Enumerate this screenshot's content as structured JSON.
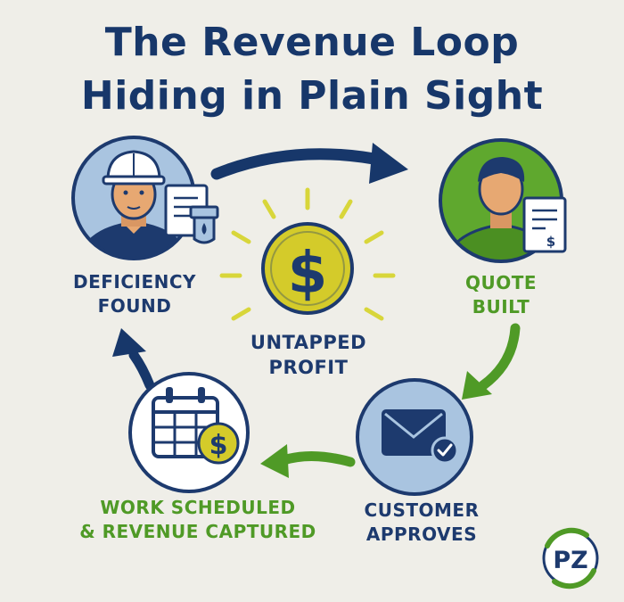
{
  "title": {
    "line1": "The Revenue Loop",
    "line2": "Hiding in Plain Sight"
  },
  "center": {
    "line1": "UNTAPPED",
    "line2": "PROFIT",
    "coin_symbol": "$"
  },
  "steps": [
    {
      "line1": "DEFICIENCY",
      "line2": "FOUND",
      "icon": "technician-with-report-icon",
      "color": "#1d3a6e"
    },
    {
      "line1": "QUOTE",
      "line2": "BUILT",
      "icon": "person-with-invoice-icon",
      "color": "#4f9a26"
    },
    {
      "line1": "CUSTOMER",
      "line2": "APPROVES",
      "icon": "envelope-check-icon",
      "color": "#1d3a6e"
    },
    {
      "line1": "WORK SCHEDULED",
      "line2": "& REVENUE CAPTURED",
      "icon": "calendar-coin-icon",
      "color": "#4f9a26"
    }
  ],
  "invoice_symbol": "$",
  "logo": {
    "text": "PZ"
  },
  "colors": {
    "navy": "#17376a",
    "green": "#4f9a26",
    "coin": "#d4cb2a",
    "background": "#efeee8"
  }
}
